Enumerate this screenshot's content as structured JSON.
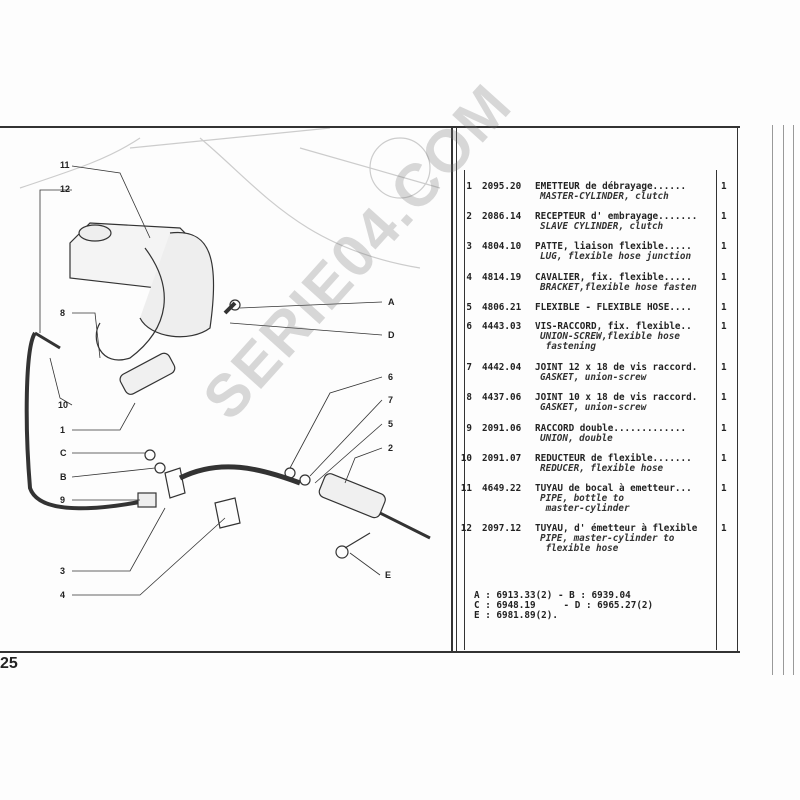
{
  "page_number": "25",
  "watermark": "SERIE04.COM",
  "diagram": {
    "callouts_left": [
      "11",
      "12",
      "8",
      "10",
      "1",
      "C",
      "B",
      "9",
      "3",
      "4"
    ],
    "callouts_right": [
      "A",
      "D",
      "6",
      "7",
      "5",
      "2",
      "E"
    ]
  },
  "parts": [
    {
      "num": "1",
      "ref": "2095.20",
      "fr": "EMETTEUR de débrayage......",
      "en": "MASTER-CYLINDER, clutch",
      "qty": "1"
    },
    {
      "num": "2",
      "ref": "2086.14",
      "fr": "RECEPTEUR d' embrayage.......",
      "en": "SLAVE CYLINDER, clutch",
      "qty": "1"
    },
    {
      "num": "3",
      "ref": "4804.10",
      "fr": "PATTE, liaison flexible.....",
      "en": "LUG, flexible hose junction",
      "qty": "1"
    },
    {
      "num": "4",
      "ref": "4814.19",
      "fr": "CAVALIER, fix. flexible.....",
      "en": "BRACKET,flexible hose fasten",
      "qty": "1"
    },
    {
      "num": "5",
      "ref": "4806.21",
      "fr": "FLEXIBLE - FLEXIBLE HOSE....",
      "en": "",
      "qty": "1"
    },
    {
      "num": "6",
      "ref": "4443.03",
      "fr": "VIS-RACCORD, fix. flexible..",
      "en": "UNION-SCREW,flexible hose\n fastening",
      "qty": "1"
    },
    {
      "num": "7",
      "ref": "4442.04",
      "fr": "JOINT 12 x 18 de vis raccord.",
      "en": "GASKET, union-screw",
      "qty": "1"
    },
    {
      "num": "8",
      "ref": "4437.06",
      "fr": "JOINT 10 x 18 de vis raccord.",
      "en": "GASKET, union-screw",
      "qty": "1"
    },
    {
      "num": "9",
      "ref": "2091.06",
      "fr": "RACCORD double.............",
      "en": "UNION, double",
      "qty": "1"
    },
    {
      "num": "10",
      "ref": "2091.07",
      "fr": "REDUCTEUR de flexible.......",
      "en": "REDUCER, flexible hose",
      "qty": "1"
    },
    {
      "num": "11",
      "ref": "4649.22",
      "fr": "TUYAU de bocal à emetteur...",
      "en": "PIPE, bottle to\n master-cylinder",
      "qty": "1"
    },
    {
      "num": "12",
      "ref": "2097.12",
      "fr": "TUYAU, d' émetteur à flexible",
      "en": "PIPE, master-cylinder to\n flexible hose",
      "qty": "1"
    }
  ],
  "notes": "A : 6913.33(2) - B : 6939.04\nC : 6948.19     - D : 6965.27(2)\nE : 6981.89(2)."
}
